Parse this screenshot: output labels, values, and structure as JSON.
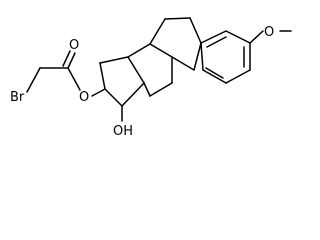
{
  "structure": {
    "atoms": {
      "bromine": "Br",
      "ester_oxygen": "O",
      "carbonyl_oxygen": "O",
      "hydroxyl": "OH",
      "methoxy_oxygen": "O"
    }
  },
  "colors": {
    "bond": "#000000",
    "text": "#000000",
    "background": "#ffffff"
  }
}
